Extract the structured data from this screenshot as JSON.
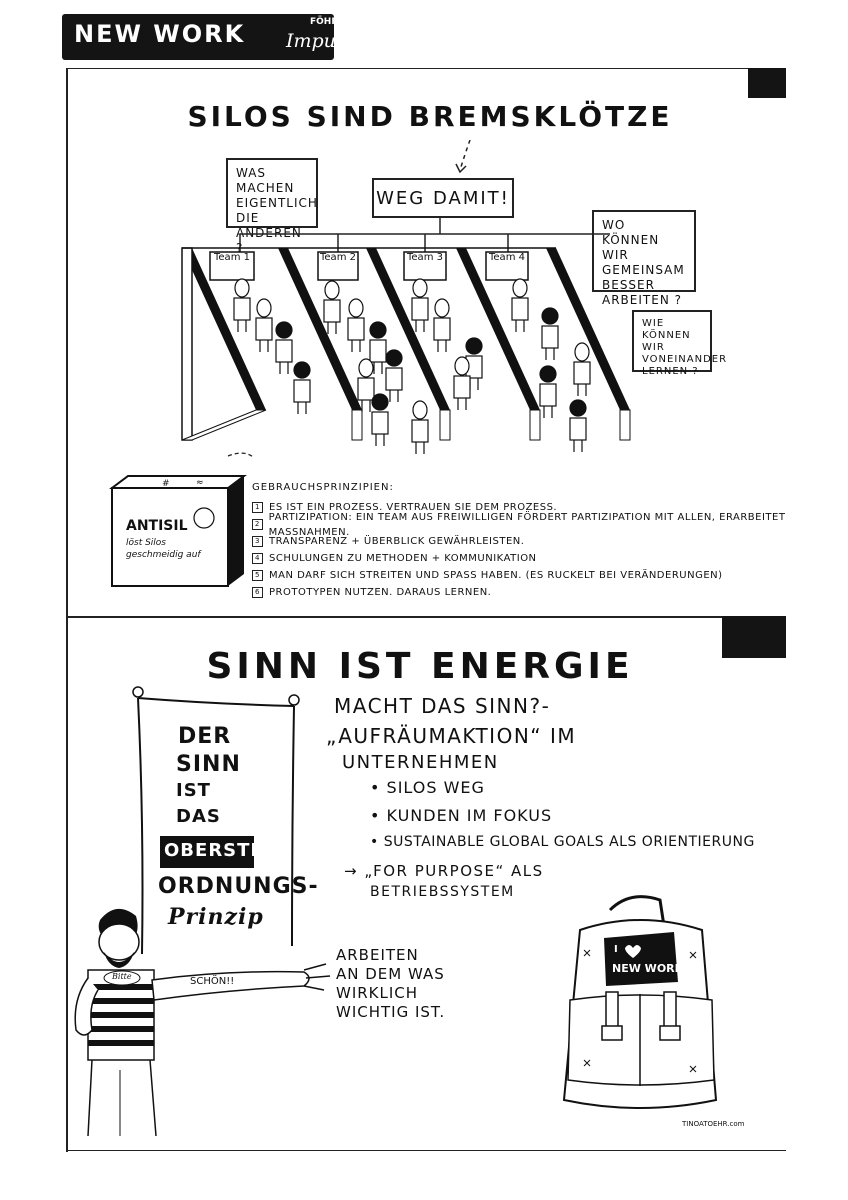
{
  "header": {
    "title": "NEW WORK",
    "brand_small": "FÖHR",
    "brand_script": "Impulse"
  },
  "panel1": {
    "title": "SILOS SIND BREMSKLÖTZE",
    "bubble_left": [
      "WAS MACHEN",
      "EIGENTLICH DIE",
      "ANDEREN ?"
    ],
    "weg_box": "WEG DAMIT!",
    "bubble_right1": [
      "WO KÖNNEN",
      "WIR GEMEINSAM",
      "BESSER",
      "ARBEITEN ?"
    ],
    "bubble_right2": [
      "WIE KÖNNEN",
      "WIR",
      "VONEINANDER",
      "LERNEN ?"
    ],
    "teams": [
      "Team 1",
      "Team 2",
      "Team 3",
      "Team 4"
    ],
    "box_label": "ANTISIL",
    "box_subtext": [
      "löst Silos",
      "geschmeidig auf"
    ],
    "principles_heading": "GEBRAUCHSPRINZIPIEN:",
    "principles": [
      {
        "num": "1",
        "text": "ES IST EIN PROZESS. VERTRAUEN SIE DEM PROZESS."
      },
      {
        "num": "2",
        "text": "PARTIZIPATION: EIN TEAM AUS FREIWILLIGEN FÖRDERT PARTIZIPATION MIT ALLEN, ERARBEITET MAßNAHMEN."
      },
      {
        "num": "3",
        "text": "TRANSPARENZ + ÜBERBLICK GEWÄHRLEISTEN."
      },
      {
        "num": "4",
        "text": "SCHULUNGEN ZU METHODEN + KOMMUNIKATION"
      },
      {
        "num": "5",
        "text": "MAN DARF SICH STREITEN UND SPAß HABEN. (ES RUCKELT BEI VERÄNDERUNGEN)"
      },
      {
        "num": "6",
        "text": "PROTOTYPEN NUTZEN. DARAUS LERNEN."
      }
    ]
  },
  "panel2": {
    "title": "SINN IST ENERGIE",
    "sign_words": [
      "DER",
      "SINN",
      "IST",
      "DAS",
      "OBERSTE",
      "ORDNUNGS-",
      "Prinzip"
    ],
    "question": "MACHT DAS SINN?-",
    "action": [
      "„AUFRÄUMAKTION“ IM",
      "UNTERNEHMEN"
    ],
    "bullets": [
      "SILOS WEG",
      "KUNDEN IM FOKUS",
      "SUSTAINABLE GLOBAL GOALS ALS ORIENTIERUNG"
    ],
    "purpose": [
      "→ „FOR PURPOSE“ ALS",
      "BETRIEBSSYSTEM"
    ],
    "arbeiten": [
      "ARBEITEN",
      "AN DEM WAS",
      "WIRKLICH",
      "WICHTIG IST."
    ],
    "arm_text": "SCHÖN!!",
    "tank_text": "Bitte",
    "backpack_text": [
      "I",
      "NEW WORK"
    ]
  },
  "footer": {
    "credit": "TINOATOEHR.com"
  }
}
